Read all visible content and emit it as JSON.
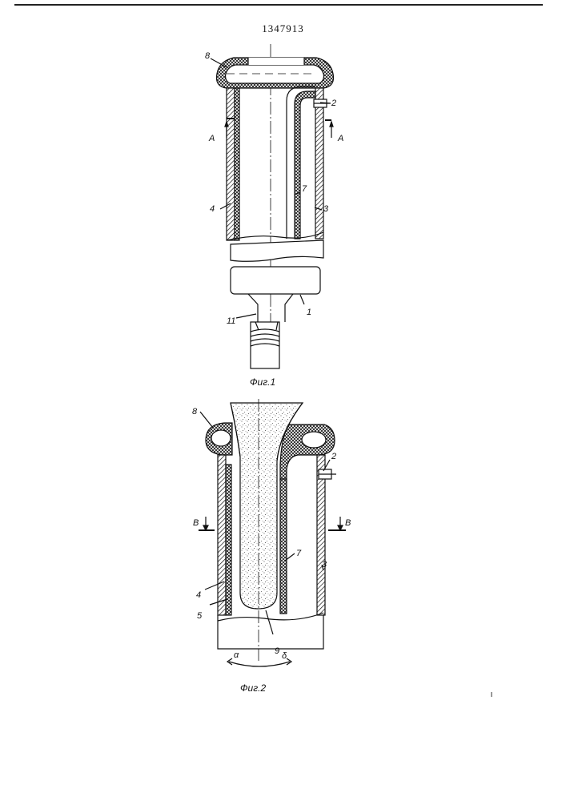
{
  "document": {
    "number": "1347913"
  },
  "figure1": {
    "caption": "Фиг.1",
    "labels": {
      "l8": "8",
      "l2": "2",
      "lA_left": "A",
      "lA_right": "A",
      "l7": "7",
      "l4": "4",
      "l3": "3",
      "l11": "11",
      "l1": "1"
    }
  },
  "figure2": {
    "caption": "Фиг.2",
    "labels": {
      "l8": "8",
      "l2": "2",
      "lB_left": "B",
      "lB_right": "B",
      "l7": "7",
      "l3": "3",
      "l4": "4",
      "l5": "5",
      "l9": "9",
      "la": "α",
      "ld": "δ"
    }
  },
  "colors": {
    "ink": "#111111",
    "paper": "#ffffff"
  }
}
